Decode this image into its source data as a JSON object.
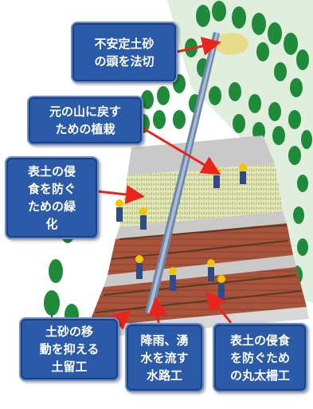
{
  "labels": {
    "cut_top": "不安定土砂\nの頭を法切",
    "planting": "元の山に戻す\nための植栽",
    "greening": "表土の侵\n食を防ぐ\nための緑\n化",
    "retaining": "土砂の移\n動を抑える\n土留工",
    "waterway": "降雨、湧\n水を流す\n水路工",
    "log_fence": "表土の侵食\nを防ぐため\nの丸太柵工"
  },
  "colors": {
    "label_bg": "#2b5aa8",
    "label_border": "#6c8fd0",
    "arrow": "#e8241c",
    "trees": "#1f8a3a",
    "terrace_soil": "#a8533b",
    "terrace_grass": "#e3e3b8",
    "retaining_wall": "#c9c9c9"
  }
}
